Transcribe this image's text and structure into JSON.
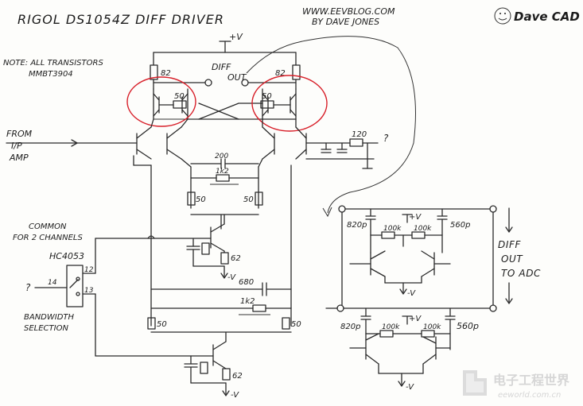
{
  "header": {
    "title": "RIGOL DS1054Z DIFF DRIVER",
    "site": "WWW.EEVBLOG.COM",
    "author": "BY DAVE JONES",
    "brand": "Dave CAD"
  },
  "notes": {
    "line1": "NOTE: ALL TRANSISTORS",
    "line2": "MMBT3904"
  },
  "labels": {
    "vplus_top": "+V",
    "diff_out_1": "DIFF",
    "diff_out_2": "OUT",
    "from_1": "FROM",
    "from_2": "I/P",
    "from_3": "AMP",
    "common_1": "COMMON",
    "common_2": "FOR 2 CHANNELS",
    "mux": "HC4053",
    "pin14": "14",
    "pin12": "12",
    "pin13": "13",
    "question_left": "?",
    "question_right": "?",
    "bw_1": "BANDWIDTH",
    "bw_2": "SELECTION",
    "adc_1": "DIFF",
    "adc_2": "OUT",
    "adc_3": "TO ADC",
    "vminus_mid": "-V",
    "vminus_bot": "-V",
    "vplus_f1": "+V",
    "vminus_f1": "-V",
    "vplus_f2": "+V",
    "vminus_f2": "-V"
  },
  "components": {
    "r82_left": "82",
    "r82_right": "82",
    "r50_left": "50",
    "r50_right": "50",
    "c200": "200",
    "r1k_a": "1k2",
    "r50_emit_l": "50",
    "r50_emit_r": "50",
    "r62_mid": "62",
    "c680": "680",
    "r1k_b": "1k2",
    "r50_bw_l": "50",
    "r50_bw_r": "50",
    "r62_bot": "62",
    "r120": "120",
    "c820_1": "820p",
    "r100k_1a": "100k",
    "r100k_1b": "100k",
    "c560_1": "560p",
    "c820_2": "820p",
    "r100k_2a": "100k",
    "r100k_2b": "100k",
    "c560_2": "560p"
  },
  "watermark": {
    "cn": "电子工程世界",
    "en": "eeworld.com.cn"
  },
  "colors": {
    "ink": "#2a2a2a",
    "highlight": "#d8202a",
    "watermark": "#d9d9d9"
  }
}
